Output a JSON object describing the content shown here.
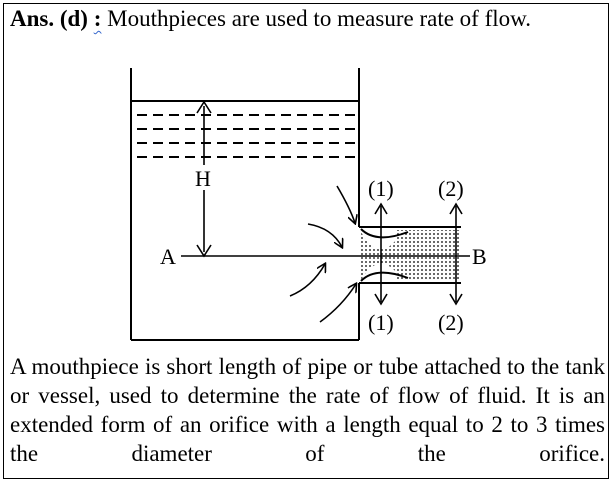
{
  "answer": {
    "label": "Ans. (d)",
    "colon": ":",
    "text": "Mouthpieces are used to measure rate of flow."
  },
  "diagram": {
    "label_H": "H",
    "label_A": "A",
    "label_B": "B",
    "label_1_top": "(1)",
    "label_2_top": "(2)",
    "label_1_bottom": "(1)",
    "label_2_bottom": "(2)"
  },
  "description": "A mouthpiece is short length of pipe or tube attached to the tank or vessel, used to determine the rate of flow of fluid. It is an extended form of an orifice with a length equal to 2 to 3 times the diameter of the orifice."
}
